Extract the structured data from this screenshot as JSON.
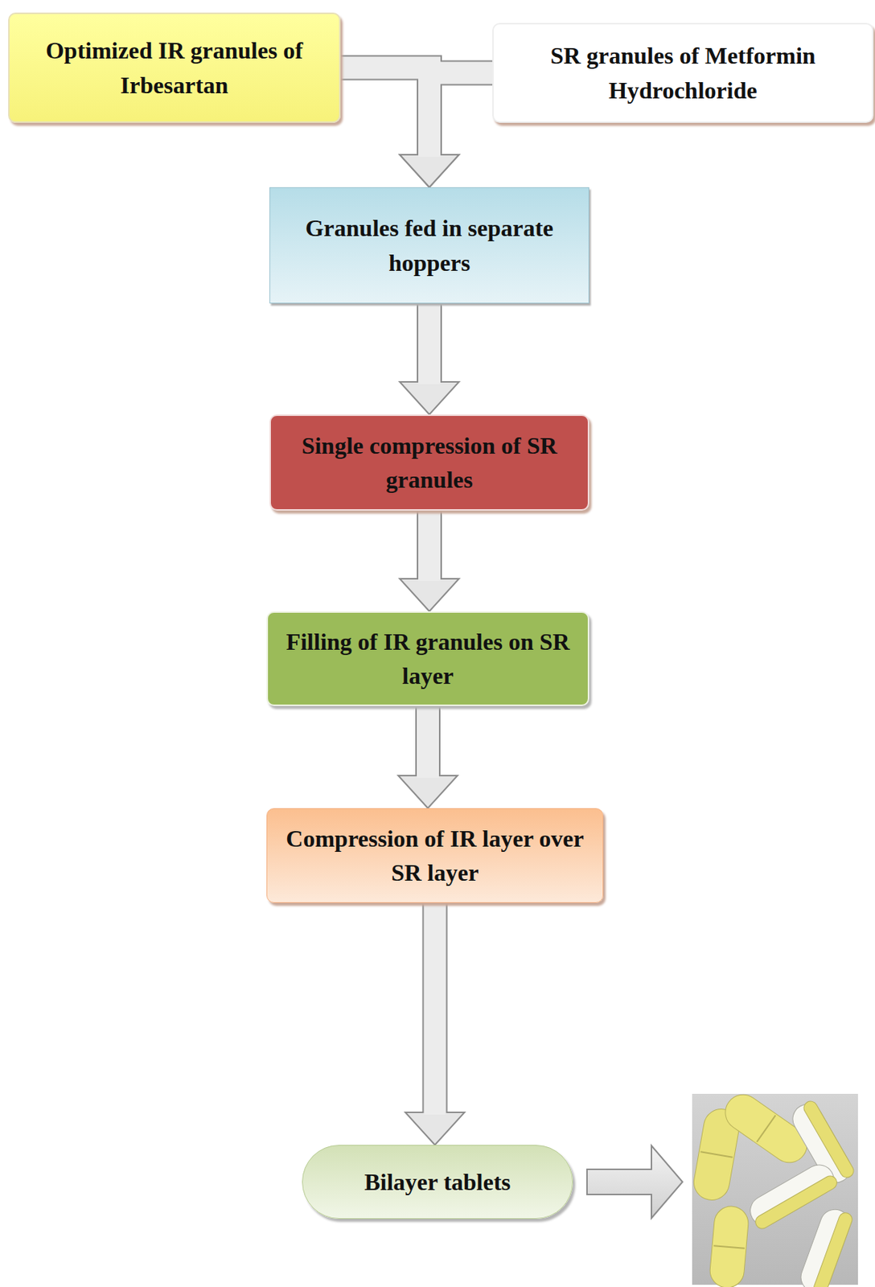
{
  "diagram": {
    "nodes": [
      {
        "text": [
          "Optimized IR granules of Irbesartan"
        ]
      },
      {
        "text": [
          "SR granules of Metformin Hydrochloride"
        ]
      },
      {
        "text": [
          "Granules fed in separate hoppers"
        ]
      },
      {
        "text": [
          "Single compression of SR granules"
        ]
      },
      {
        "text": [
          "Filling of IR granules on SR layer"
        ]
      },
      {
        "text": [
          "Compression of IR layer over SR layer"
        ]
      },
      {
        "text": [
          "Bilayer tablets"
        ]
      }
    ],
    "edges": [
      {
        "from": 0,
        "to": 2,
        "arrow": "to"
      },
      {
        "from": 1,
        "to": 2,
        "arrow": "to"
      },
      {
        "from": 2,
        "to": 3,
        "arrow": "to"
      },
      {
        "from": 3,
        "to": 4,
        "arrow": "to"
      },
      {
        "from": 4,
        "to": 5,
        "arrow": "to"
      },
      {
        "from": 5,
        "to": 6,
        "arrow": "to"
      }
    ]
  }
}
